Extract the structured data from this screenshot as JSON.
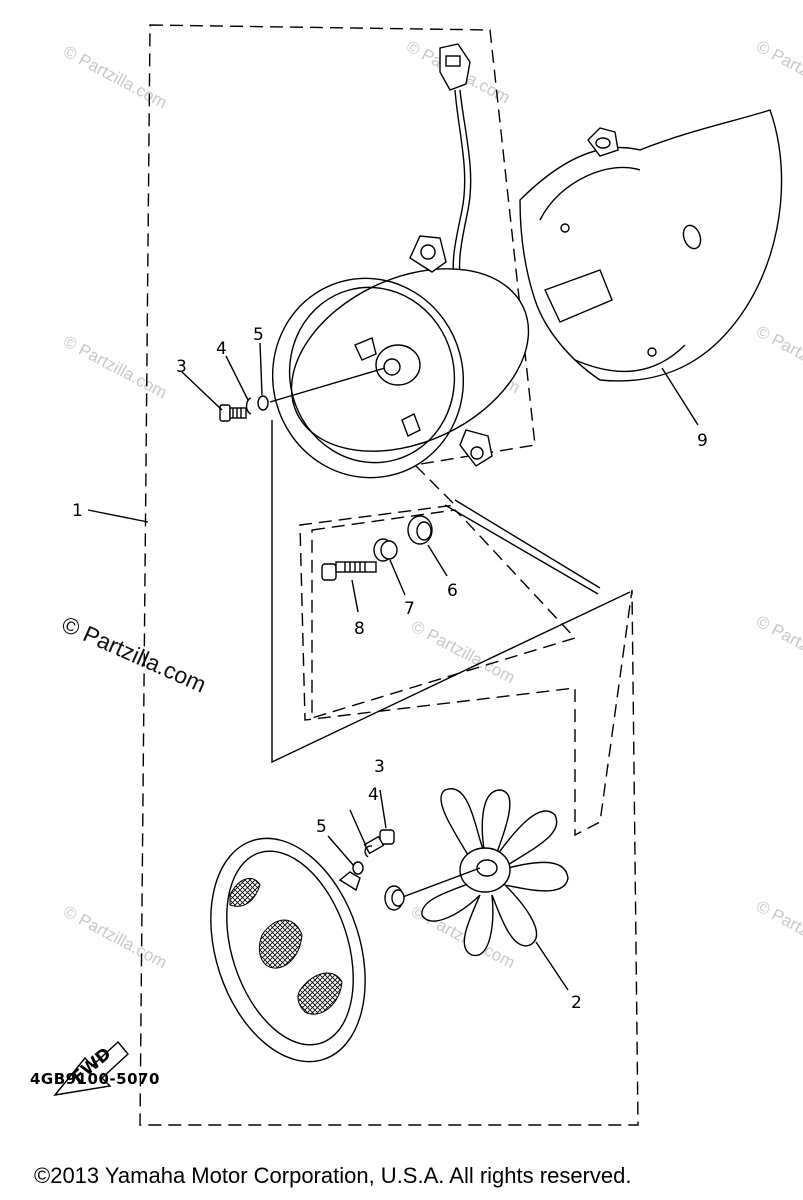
{
  "watermark": "© Partzilla.com",
  "callouts": {
    "c1": "1",
    "c2": "2",
    "c3a": "3",
    "c4a": "4",
    "c5a": "5",
    "c6": "6",
    "c7": "7",
    "c8": "8",
    "c9": "9",
    "c3b": "3",
    "c4b": "4",
    "c5b": "5"
  },
  "fwd_label": "FWD",
  "part_code": "4GB9100-5070",
  "copyright": "©2013 Yamaha Motor Corporation, U.S.A. All rights reserved."
}
